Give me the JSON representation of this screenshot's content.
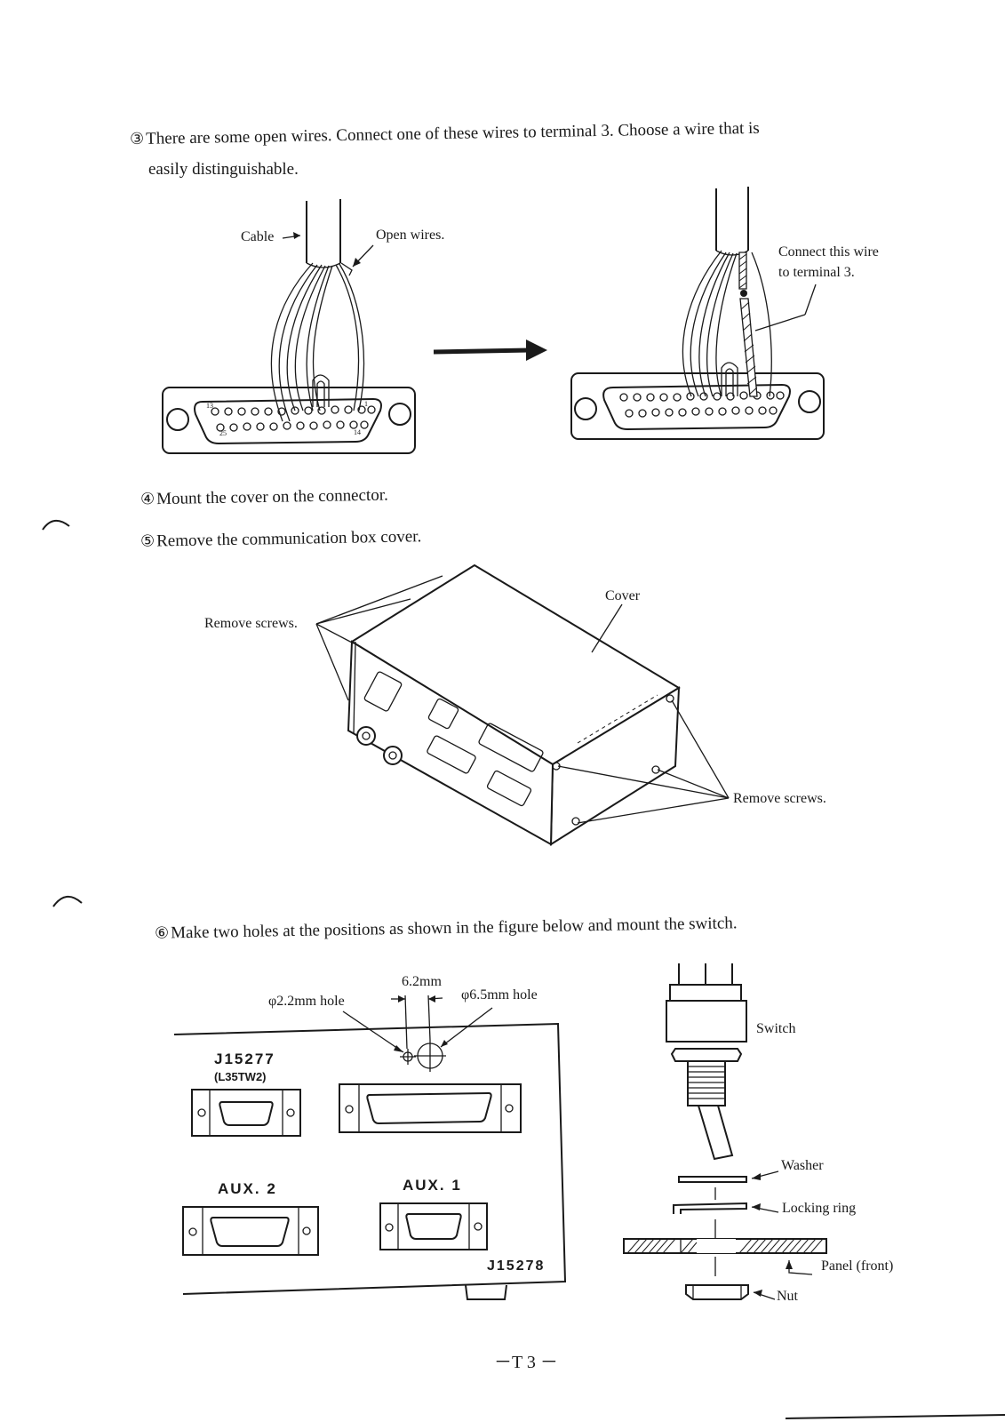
{
  "steps": {
    "s3": {
      "num": "③",
      "line1": "There are some open wires. Connect one of these wires to terminal 3. Choose a wire that is",
      "line2": "easily distinguishable."
    },
    "s4": {
      "num": "④",
      "text": "Mount the cover on the connector."
    },
    "s5": {
      "num": "⑤",
      "text": "Remove the communication box cover."
    },
    "s6": {
      "num": "⑥",
      "text": "Make two holes at the positions as shown in the figure below and mount the switch."
    }
  },
  "fig1": {
    "cable": "Cable",
    "open_wires": "Open wires.",
    "connect_line1": "Connect this wire",
    "connect_line2": "to terminal 3.",
    "pin13": "13",
    "pin25": "25",
    "pin14": "14",
    "pin1": "1"
  },
  "fig2": {
    "cover": "Cover",
    "remove_left": "Remove screws.",
    "remove_right": "Remove screws."
  },
  "fig3": {
    "dim": "6.2mm",
    "hole_small": "φ2.2mm hole",
    "hole_large": "φ6.5mm hole",
    "j15277": "J15277",
    "l35tw2": "(L35TW2)",
    "aux2": "AUX. 2",
    "aux1": "AUX. 1",
    "j15278": "J15278"
  },
  "fig4": {
    "switch": "Switch",
    "washer": "Washer",
    "locking_ring": "Locking ring",
    "panel": "Panel (front)",
    "nut": "Nut"
  },
  "footer": {
    "page": "－T 3 －"
  }
}
